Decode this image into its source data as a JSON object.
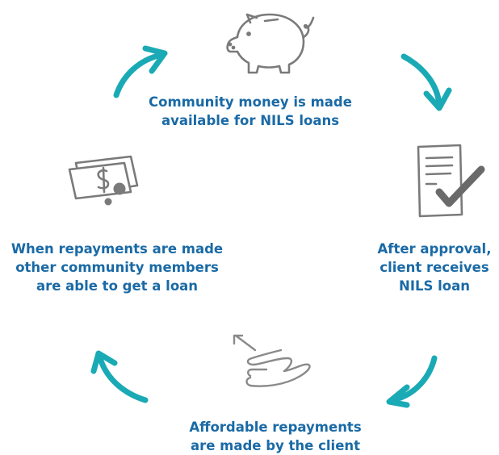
{
  "colors": {
    "text": "#1a6aa6",
    "arrow": "#1aaab5",
    "icon": "#7a7a7a"
  },
  "steps": [
    {
      "id": "community-money",
      "icon": "piggy-bank-icon",
      "lines": [
        "Community money is made",
        "available for NILS loans"
      ]
    },
    {
      "id": "client-receives",
      "icon": "signed-document-icon",
      "lines": [
        "After approval,",
        "client receives",
        "NILS loan"
      ]
    },
    {
      "id": "repayments",
      "icon": "hand-giving-icon",
      "lines": [
        "Affordable repayments",
        "are made by the client"
      ]
    },
    {
      "id": "others-get-loan",
      "icon": "money-cash-icon",
      "lines": [
        "When repayments are made",
        "other community members",
        "are able to get a loan"
      ]
    }
  ]
}
